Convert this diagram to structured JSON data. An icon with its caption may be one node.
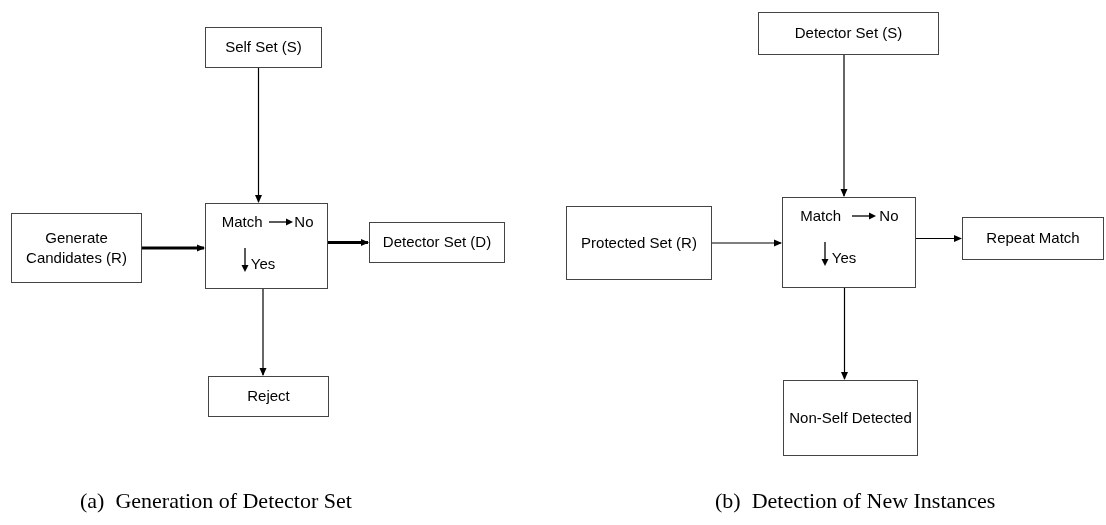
{
  "diagram": {
    "nodes": [
      {
        "text": [
          "Self Set (S)"
        ]
      },
      {
        "text": [
          "Generate Candidates (R)"
        ]
      },
      {
        "text": [
          "Match",
          "No",
          "Yes"
        ]
      },
      {
        "text": [
          "Detector Set (D)"
        ]
      },
      {
        "text": [
          "Reject"
        ]
      },
      {
        "text": [
          "Detector Set (S)"
        ]
      },
      {
        "text": [
          "Protected Set (R)"
        ]
      },
      {
        "text": [
          "Match",
          "No",
          "Yes"
        ]
      },
      {
        "text": [
          "Repeat Match"
        ]
      },
      {
        "text": [
          "Non-Self Detected"
        ]
      }
    ],
    "edges": [
      {
        "from": 0,
        "to": 2,
        "arrow": "to"
      },
      {
        "from": 1,
        "to": 2,
        "arrow": "to",
        "style": "thick"
      },
      {
        "from": 2,
        "to": 3,
        "arrow": "to",
        "style": "thick"
      },
      {
        "from": 2,
        "to": 4,
        "arrow": "to"
      },
      {
        "from": 5,
        "to": 7,
        "arrow": "to"
      },
      {
        "from": 6,
        "to": 7,
        "arrow": "to"
      },
      {
        "from": 7,
        "to": 8,
        "arrow": "to"
      },
      {
        "from": 7,
        "to": 9,
        "arrow": "to"
      }
    ],
    "labels": [
      "(a)  Generation of Detector Set",
      "(b)  Detection of New Instances"
    ]
  }
}
